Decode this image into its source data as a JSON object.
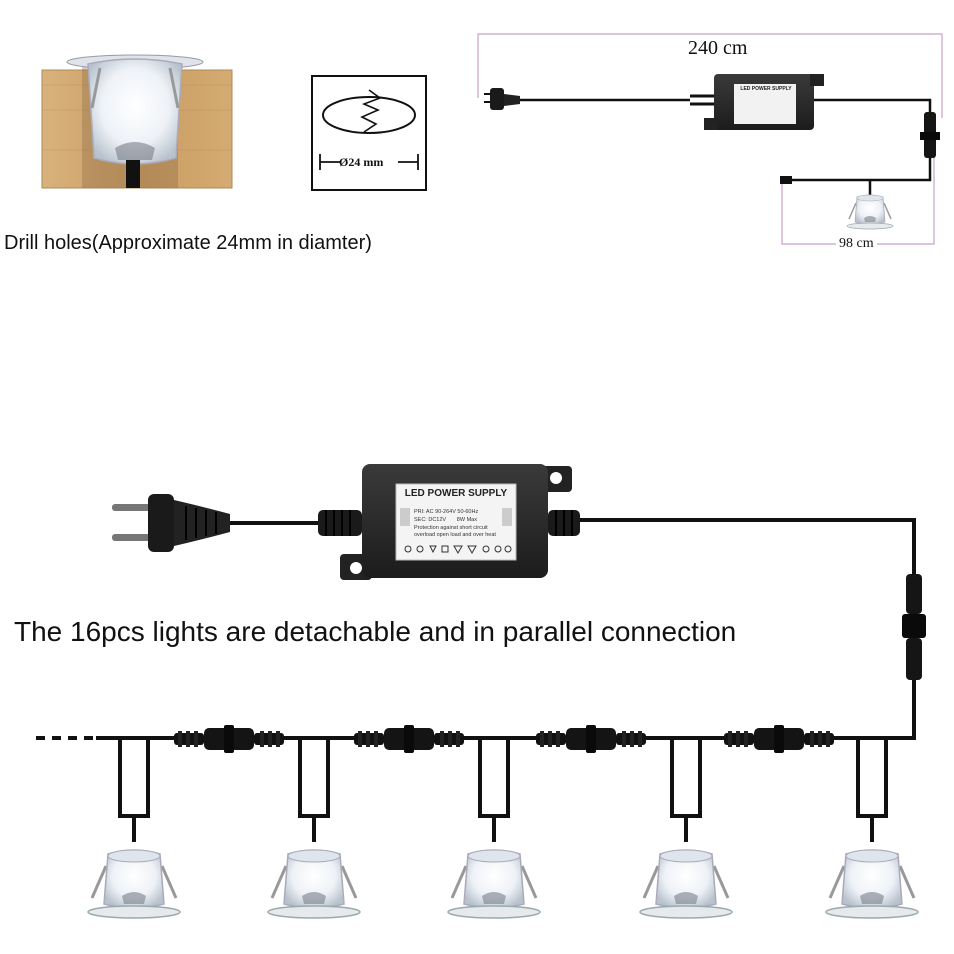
{
  "top_left": {
    "caption": "Drill holes(Approximate 24mm in diamter)",
    "diameter_label": "Ø24 mm"
  },
  "top_right": {
    "length_main": "240 cm",
    "length_branch": "98 cm"
  },
  "psu": {
    "title": "LED POWER SUPPLY",
    "spec_line1": "PRI: AC 90-264V  50-60Hz",
    "spec_line2": "SEC: DC12V       8W Max",
    "spec_line3": "Protection against short circuit",
    "spec_line4": "overload open load and over heat"
  },
  "main": {
    "caption": "The 16pcs lights are detachable and in parallel connection"
  },
  "colors": {
    "wood": "#c9a06a",
    "dimension_line": "#c8a0c8",
    "psu_body": "#2a2a2a",
    "cable": "#000000"
  }
}
